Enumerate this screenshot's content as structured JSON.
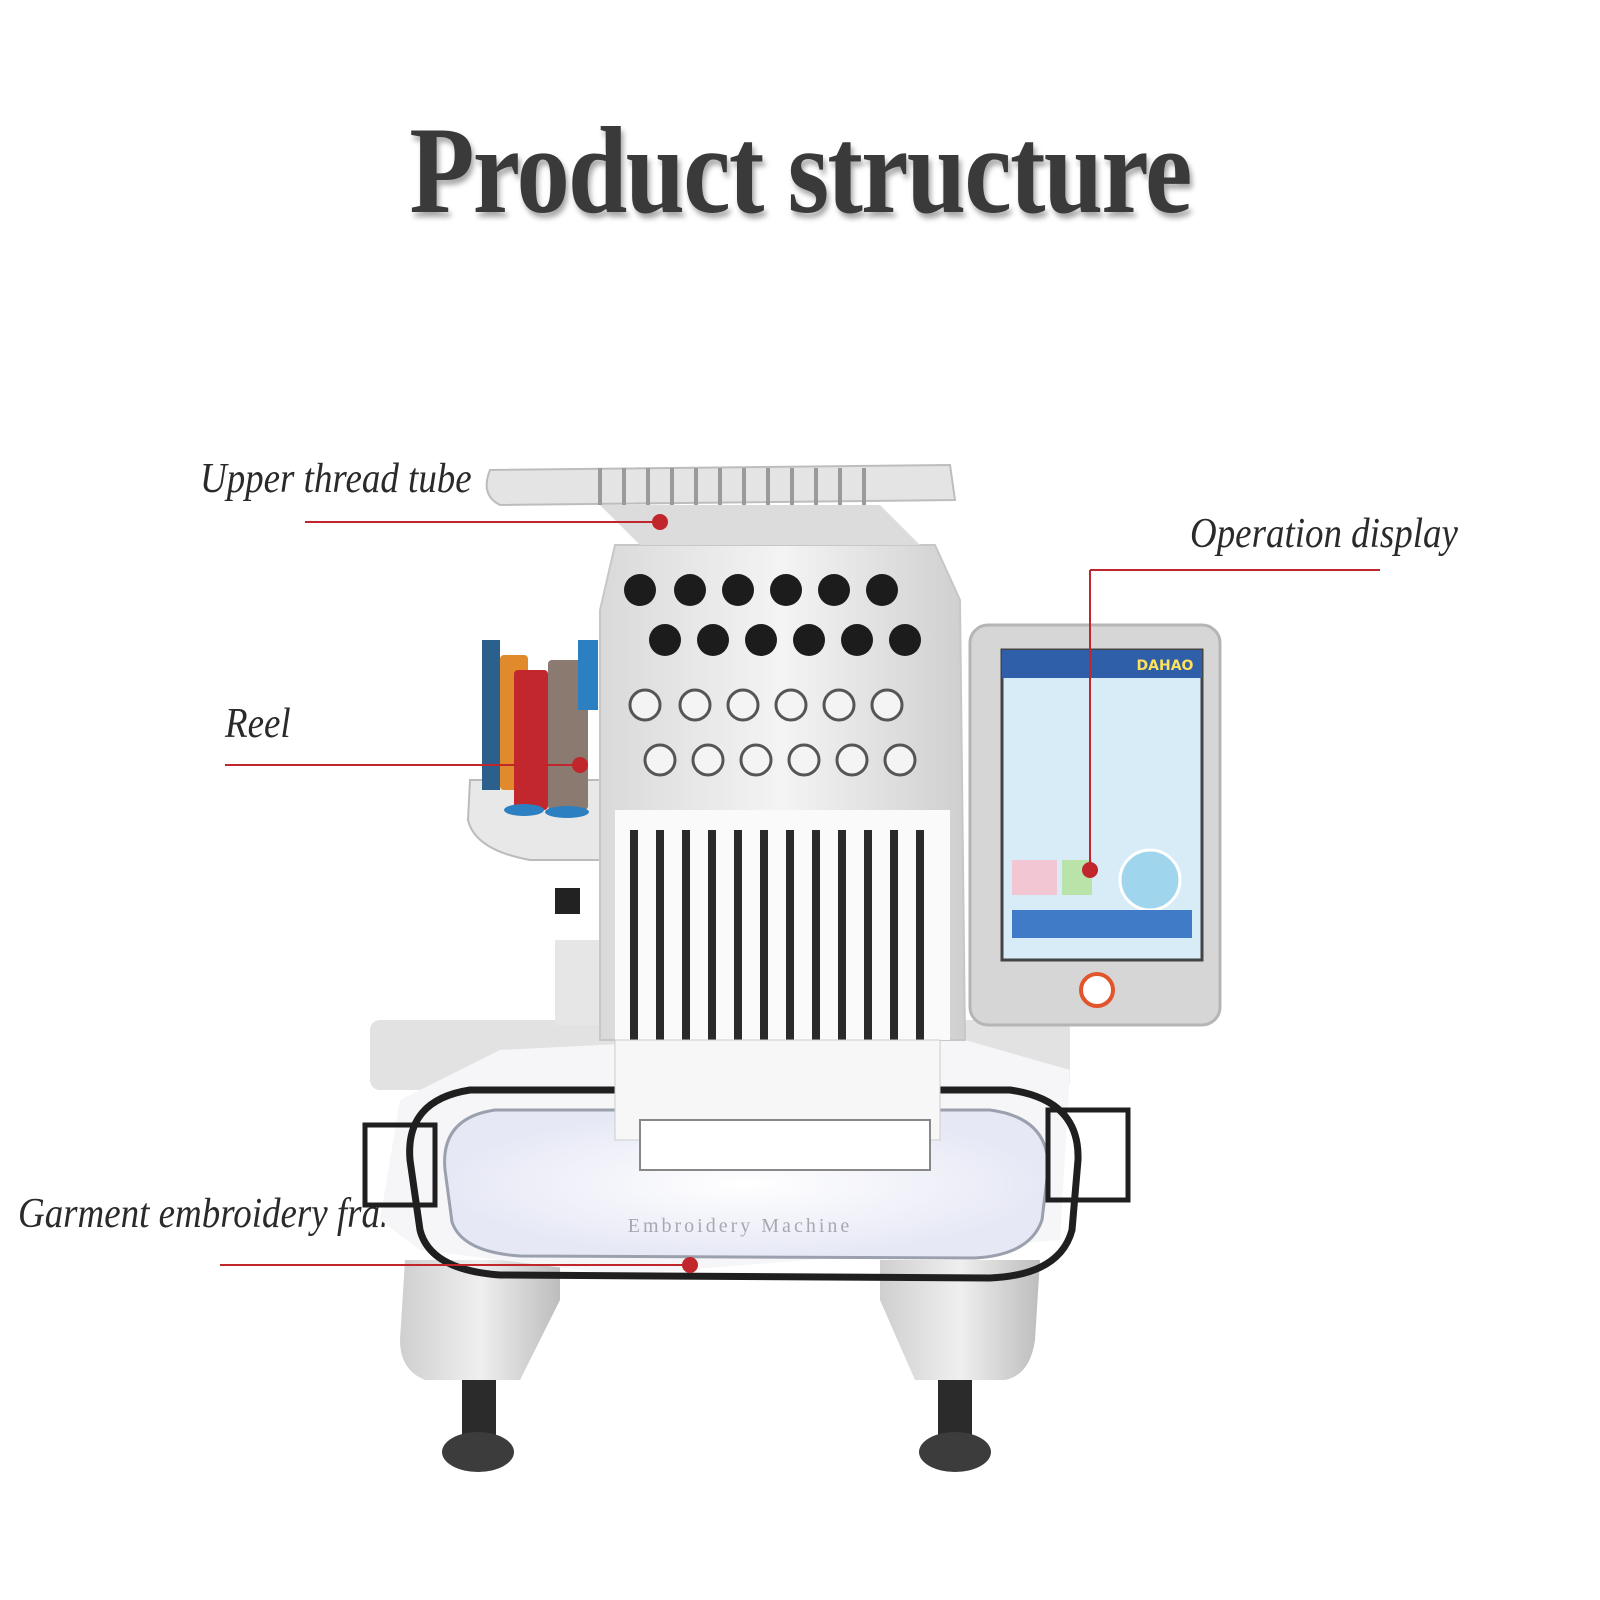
{
  "title": "Product structure",
  "labels": {
    "upper_thread_tube": "Upper thread tube",
    "operation_display": "Operation display",
    "reel": "Reel",
    "frame": "Garment embroidery frame"
  },
  "screen": {
    "brand": "DAHAO"
  },
  "hoop_text": "Embroidery Machine",
  "colors": {
    "callout": "#c0262b",
    "machine_body": "#ececec",
    "machine_shadow": "#b9b9b9",
    "screen_bg": "#d8ecf7",
    "thread_orange": "#e08a2c",
    "thread_red": "#c1272d",
    "thread_taupe": "#8a7a70",
    "thread_blue": "#2c7fc1"
  }
}
